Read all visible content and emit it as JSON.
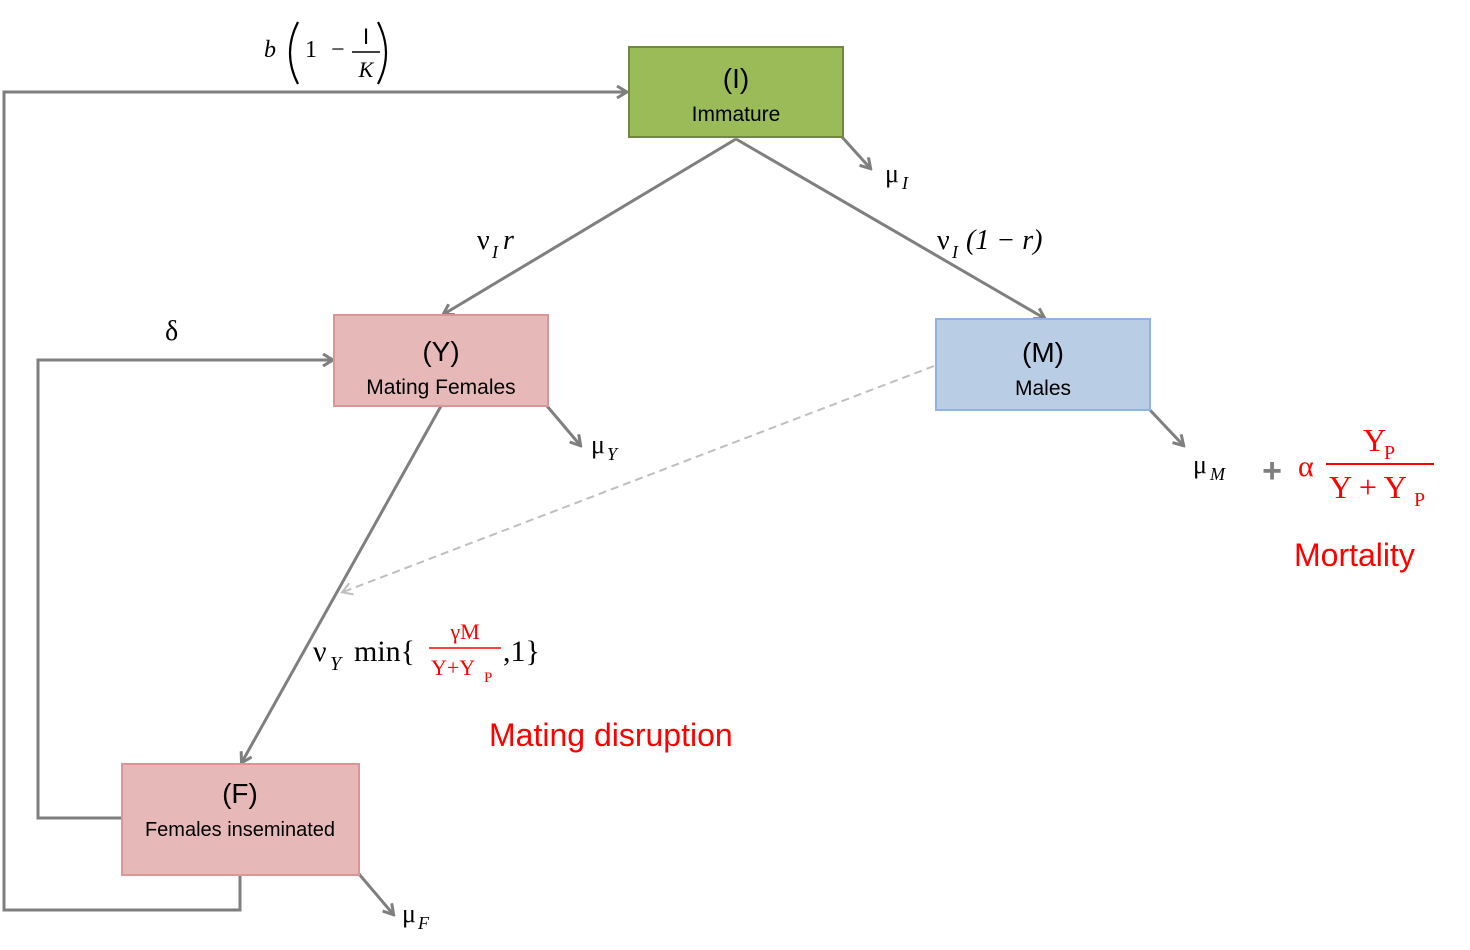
{
  "nodes": {
    "immature": {
      "symbol": "(I)",
      "label": "Immature"
    },
    "mating_females": {
      "symbol": "(Y)",
      "label": "Mating Females"
    },
    "males": {
      "symbol": "(M)",
      "label": "Males"
    },
    "females_inseminated": {
      "symbol": "(F)",
      "label": "Females inseminated"
    }
  },
  "flows": {
    "birth": {
      "coef": "b",
      "one": "1",
      "minus": "−",
      "num": "I",
      "den": "K"
    },
    "to_females": {
      "nu": "ν",
      "sub": "I",
      "rate": "r"
    },
    "to_males": {
      "nu": "ν",
      "sub": "I",
      "rate": "(1 − r)"
    },
    "recycle": "δ",
    "mating": {
      "nu": "ν",
      "sub": "Y",
      "func": "min{",
      "num": "γM",
      "den_main": "Y+Y",
      "den_sub": "P",
      "tail": ",1}"
    }
  },
  "mortality": {
    "immature": {
      "mu": "μ",
      "sub": "I"
    },
    "mating_females": {
      "mu": "μ",
      "sub": "Y"
    },
    "males": {
      "mu": "μ",
      "sub": "M"
    },
    "females_inseminated": {
      "mu": "μ",
      "sub": "F"
    }
  },
  "pheromone_term": {
    "plus": "+",
    "alpha": "α",
    "num_main": "Y",
    "num_sub": "P",
    "den_main": "Y + Y",
    "den_sub": "P"
  },
  "annotations": {
    "mating_disruption": "Mating disruption",
    "mortality": "Mortality"
  },
  "colors": {
    "arrow": "#7f7f7f",
    "dashed": "#bfbfbf",
    "immature_fill": "#9bbb59",
    "immature_stroke": "#71893f",
    "female_fill": "#e6b9b8",
    "female_stroke": "#d99694",
    "male_fill": "#b9cde5",
    "male_stroke": "#8eb4e3",
    "highlight": "#ff0000"
  }
}
